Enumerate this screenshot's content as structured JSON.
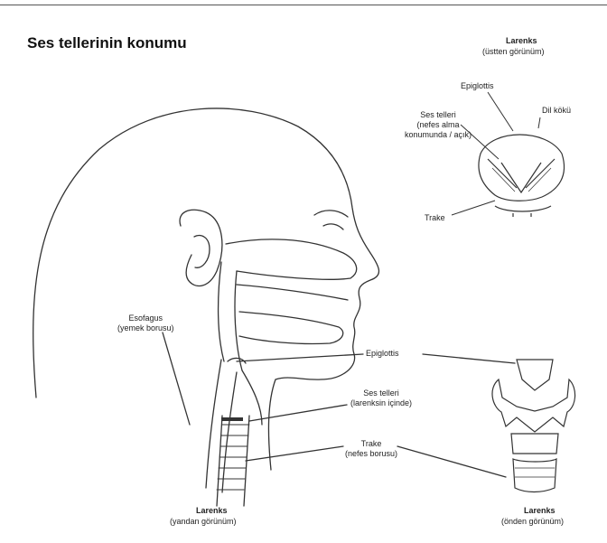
{
  "title": "Ses tellerinin konumu",
  "top_view": {
    "heading": "Larenks",
    "subheading": "(üstten görünüm)",
    "epiglottis": "Epiglottis",
    "tongue_root": "Dil kökü",
    "vocal_cords": [
      "Ses telleri",
      "(nefes alma",
      "konumunda / açık)"
    ],
    "trachea": "Trake"
  },
  "side_view": {
    "esophagus": [
      "Esofagus",
      "(yemek borusu)"
    ],
    "epiglottis": "Epiglottis",
    "vocal_cords": [
      "Ses telleri",
      "(larenksin içinde)"
    ],
    "trachea": [
      "Trake",
      "(nefes borusu)"
    ],
    "caption_title": "Larenks",
    "caption_sub": "(yandan görünüm)"
  },
  "front_view": {
    "caption_title": "Larenks",
    "caption_sub": "(önden görünüm)"
  }
}
